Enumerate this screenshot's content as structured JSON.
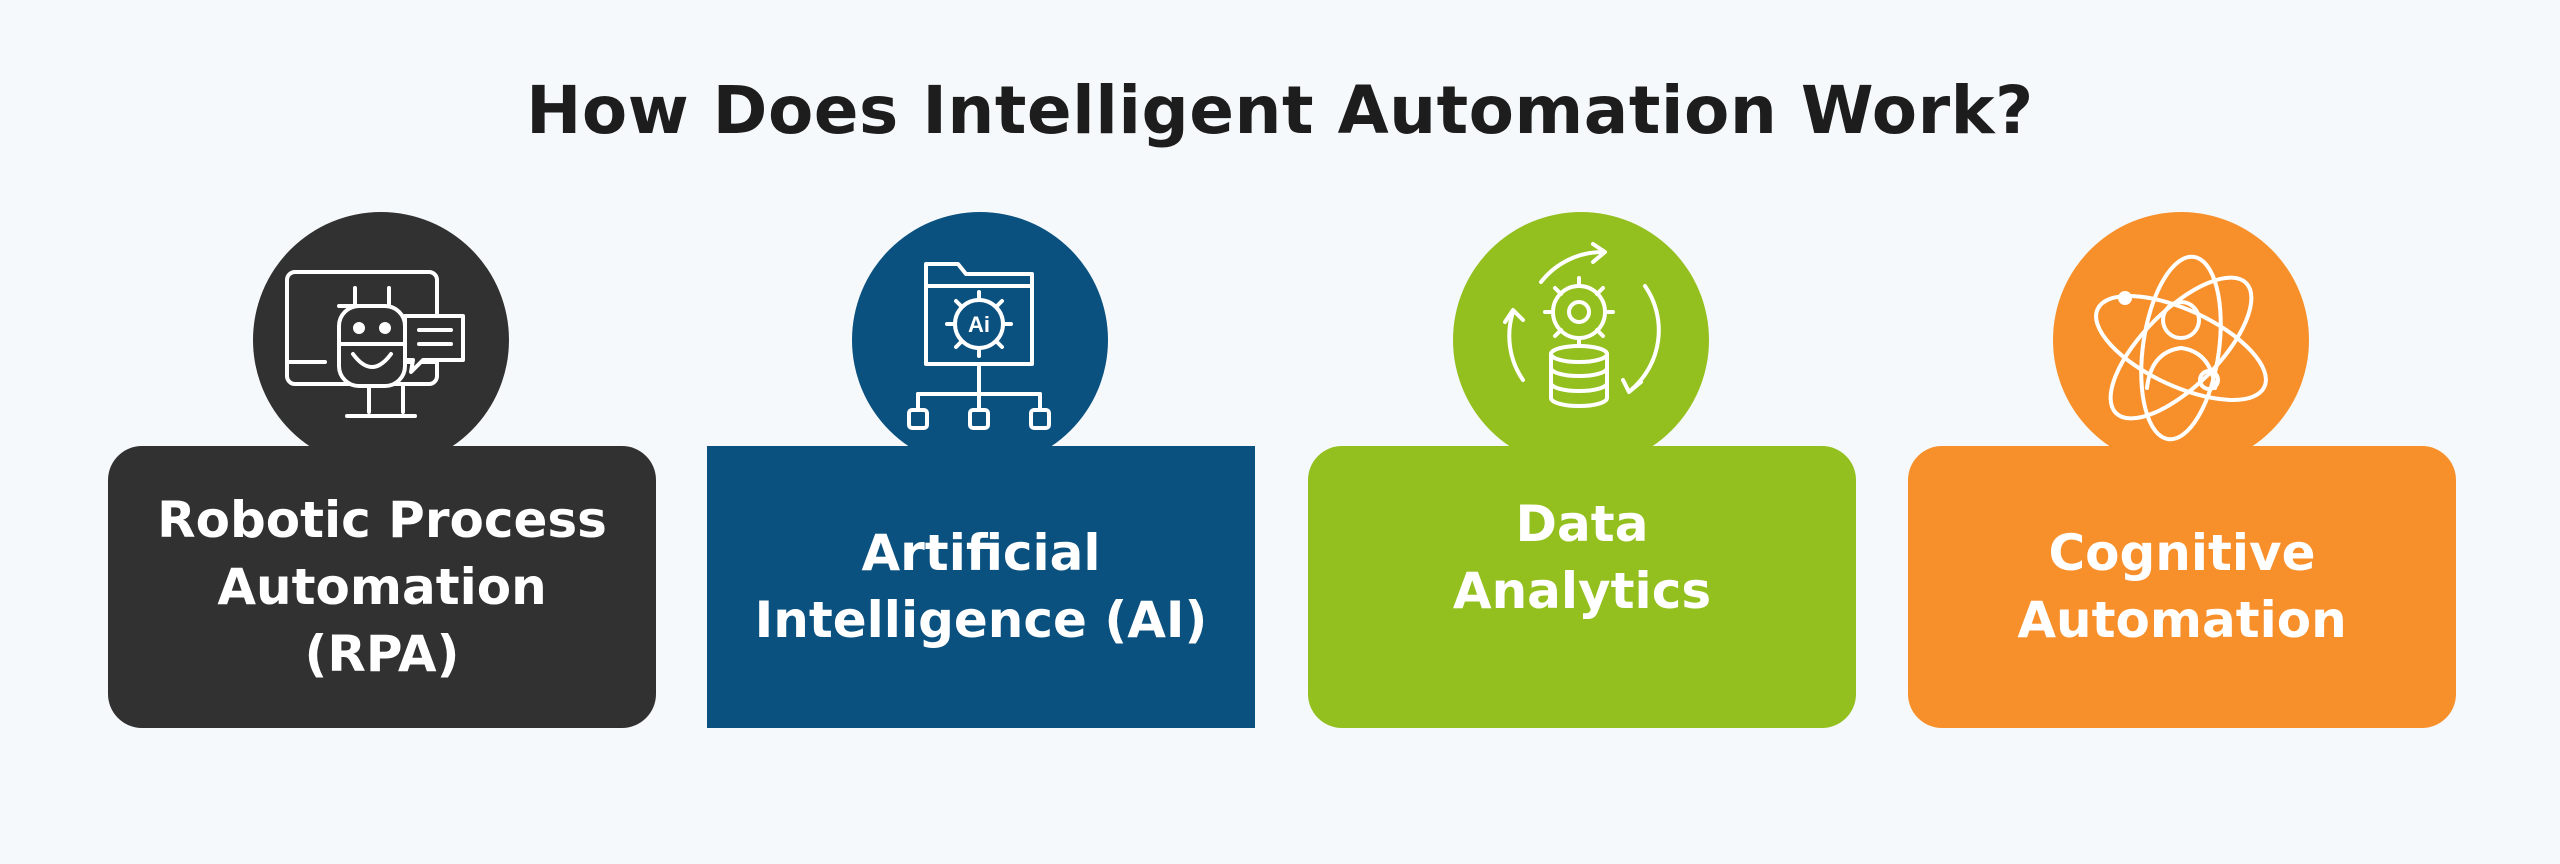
{
  "title": "How Does Intelligent Automation Work?",
  "colors": {
    "background": "#f6f9fb",
    "rpa": "#313131",
    "ai": "#0b5180",
    "data": "#93c01f",
    "cognitive": "#f7902b",
    "icon_stroke": "#ffffff"
  },
  "cards": [
    {
      "label_lines": [
        "Robotic Process",
        "Automation",
        "(RPA)"
      ],
      "icon": "robot-screen-chat-icon"
    },
    {
      "label_lines": [
        "Artificial",
        "Intelligence (AI)"
      ],
      "icon": "ai-folder-network-icon"
    },
    {
      "label_lines": [
        "Data",
        "Analytics"
      ],
      "icon": "gear-database-cycle-icon"
    },
    {
      "label_lines": [
        "Cognitive",
        "Automation"
      ],
      "icon": "atom-person-icon"
    }
  ]
}
